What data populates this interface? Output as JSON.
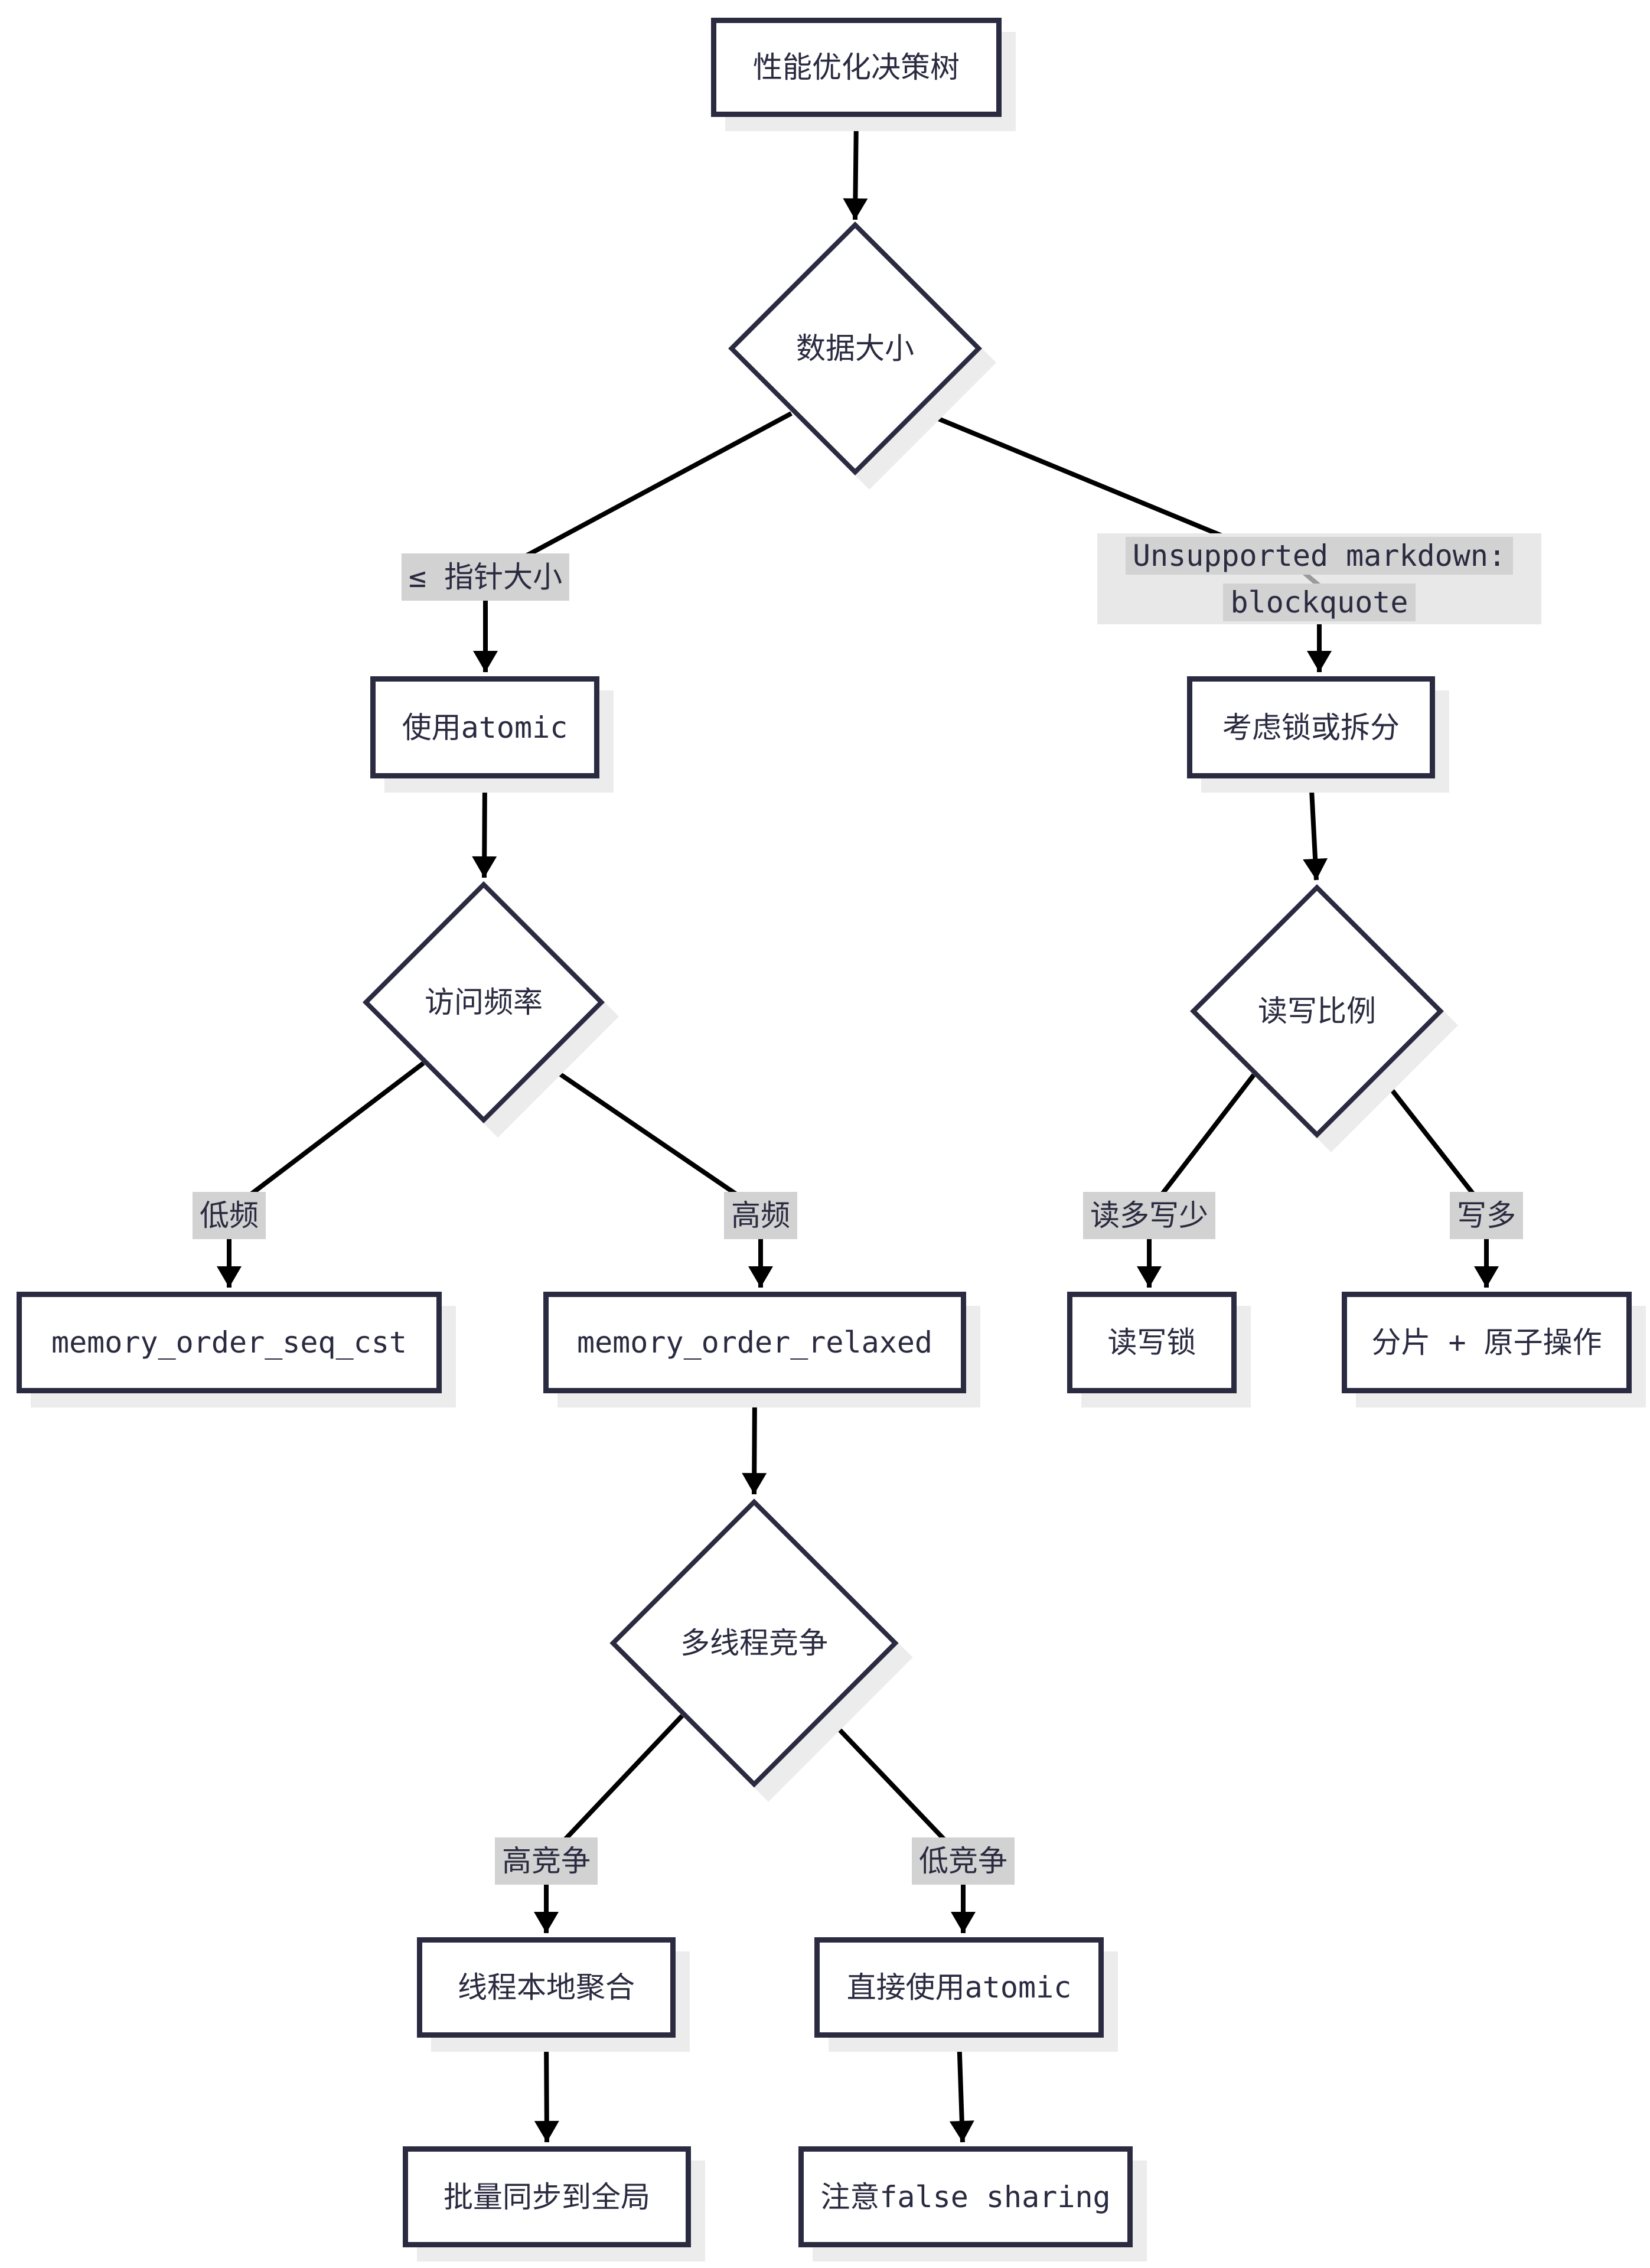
{
  "diagram": {
    "title": "性能优化决策树",
    "type": "flowchart-decision-tree",
    "nodes": {
      "root": "性能优化决策树",
      "data_size": "数据大小",
      "use_atomic": "使用atomic",
      "consider_lock_or_split": "考虑锁或拆分",
      "access_frequency": "访问频率",
      "rw_ratio": "读写比例",
      "seq_cst": "memory_order_seq_cst",
      "relaxed": "memory_order_relaxed",
      "rw_lock": "读写锁",
      "shard_atomic": "分片 + 原子操作",
      "thread_contention": "多线程竞争",
      "thread_local_agg": "线程本地聚合",
      "direct_atomic": "直接使用atomic",
      "batch_sync": "批量同步到全局",
      "false_sharing": "注意false sharing"
    },
    "edge_labels": {
      "le_pointer_size": "≤ 指针大小",
      "unsupported_markdown_line1": "Unsupported markdown:",
      "unsupported_markdown_line2": "blockquote",
      "low_freq": "低频",
      "high_freq": "高频",
      "read_heavy": "读多写少",
      "write_heavy": "写多",
      "high_contention": "高竞争",
      "low_contention": "低竞争"
    },
    "colors": {
      "node_border": "#2a2a40",
      "node_fill": "#ffffff",
      "text": "#2a2a40",
      "edge_line": "#000000",
      "edge_label_bg": "#d2d2d2",
      "edge_label_outer_bg": "#e8e8e8",
      "shadow": "#ececec",
      "background": "#ffffff"
    }
  }
}
